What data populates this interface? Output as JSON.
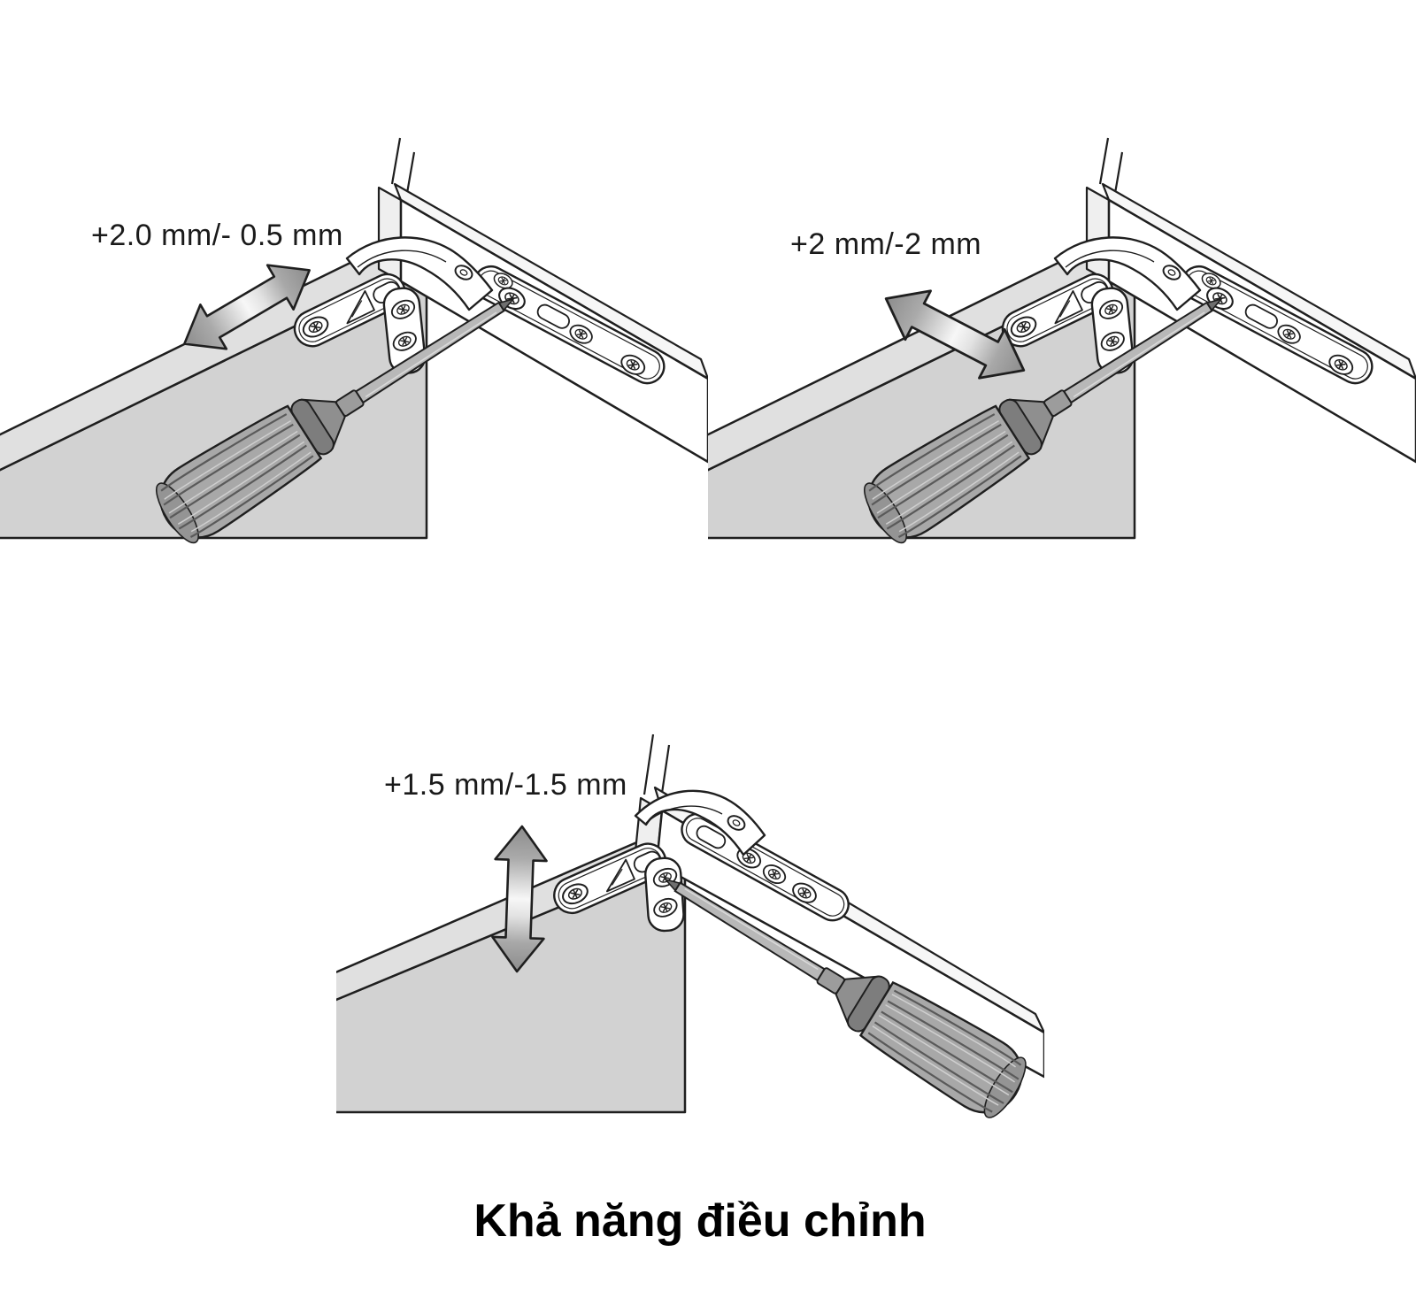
{
  "figure": {
    "caption": "Khả năng điều chỉnh",
    "panels": [
      {
        "name": "side-adjustment",
        "label": "+2.0 mm/- 0.5 mm",
        "arrow_icon": "double-arrow-diagonal-parallel"
      },
      {
        "name": "depth-adjustment",
        "label": "+2 mm/-2 mm",
        "arrow_icon": "double-arrow-diagonal-perpendicular"
      },
      {
        "name": "height-adjustment",
        "label": "+1.5 mm/-1.5 mm",
        "arrow_icon": "double-arrow-vertical"
      }
    ],
    "colors": {
      "outline": "#1f1f1f",
      "door_face": "#d2d2d2",
      "door_edge": "#e0e0e0",
      "cabinet_board": "#ffffff",
      "screwdriver_handle": "#a8a8a8",
      "screwdriver_shaft": "#b8b8b8",
      "arrow_dark": "#8c8c8c",
      "arrow_light": "#f7f7f7",
      "text": "#1a1a1a"
    }
  }
}
